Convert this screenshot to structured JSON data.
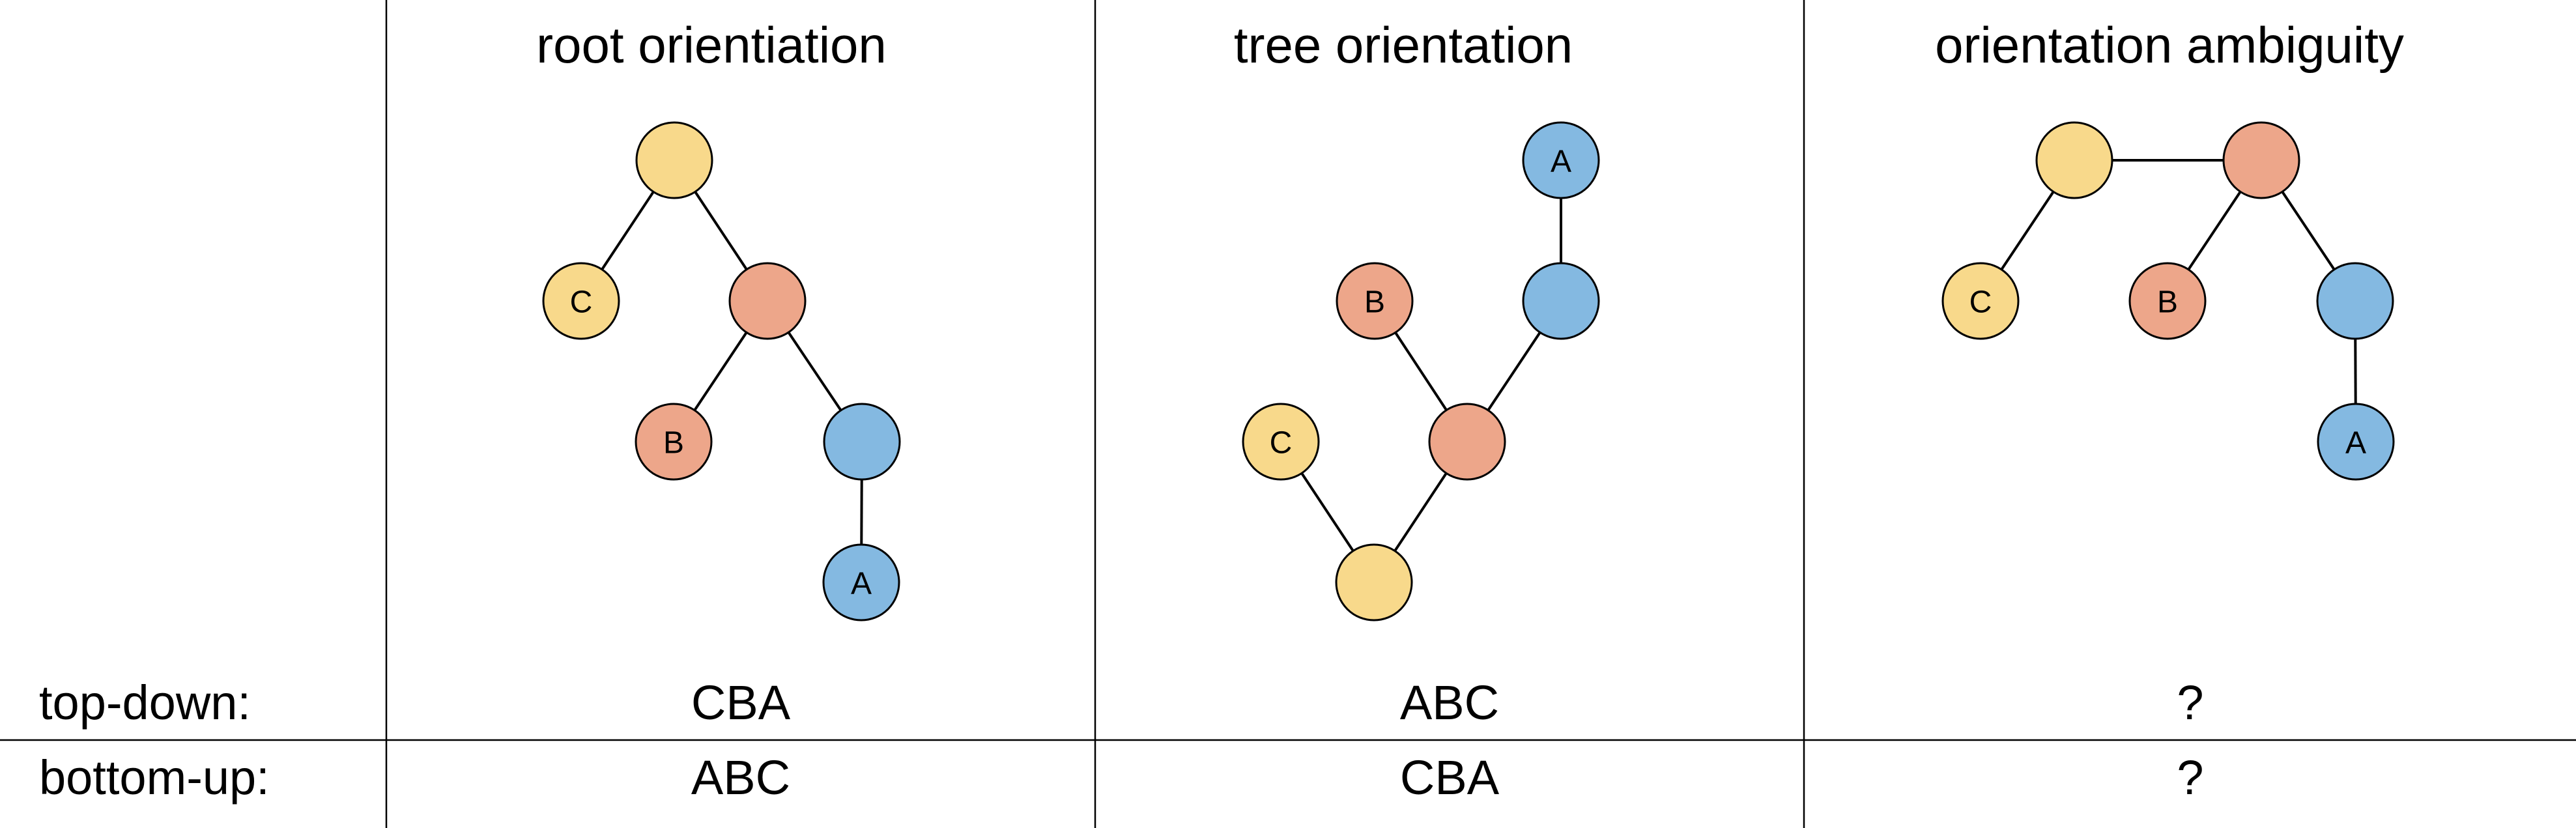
{
  "colors": {
    "yellow": "#F8D98B",
    "salmon": "#EDA68A",
    "blue": "#84B9E1"
  },
  "columns": [
    {
      "title": "root orientiation",
      "top_down": "CBA",
      "bottom_up": "ABC",
      "nodes": [
        {
          "id": "r",
          "label": "",
          "color": "yellow"
        },
        {
          "id": "c",
          "label": "C",
          "color": "yellow"
        },
        {
          "id": "s",
          "label": "",
          "color": "salmon"
        },
        {
          "id": "b",
          "label": "B",
          "color": "salmon"
        },
        {
          "id": "u",
          "label": "",
          "color": "blue"
        },
        {
          "id": "a",
          "label": "A",
          "color": "blue"
        }
      ],
      "edges": [
        [
          "r",
          "c"
        ],
        [
          "r",
          "s"
        ],
        [
          "s",
          "b"
        ],
        [
          "s",
          "u"
        ],
        [
          "u",
          "a"
        ]
      ]
    },
    {
      "title": "tree orientation",
      "top_down": "ABC",
      "bottom_up": "CBA",
      "nodes": [
        {
          "id": "a",
          "label": "A",
          "color": "blue"
        },
        {
          "id": "u",
          "label": "",
          "color": "blue"
        },
        {
          "id": "b",
          "label": "B",
          "color": "salmon"
        },
        {
          "id": "s",
          "label": "",
          "color": "salmon"
        },
        {
          "id": "c",
          "label": "C",
          "color": "yellow"
        },
        {
          "id": "r",
          "label": "",
          "color": "yellow"
        }
      ],
      "edges": [
        [
          "a",
          "u"
        ],
        [
          "u",
          "s"
        ],
        [
          "b",
          "s"
        ],
        [
          "c",
          "r"
        ],
        [
          "s",
          "r"
        ]
      ]
    },
    {
      "title": "orientation ambiguity",
      "top_down": "?",
      "bottom_up": "?",
      "nodes": [
        {
          "id": "r",
          "label": "",
          "color": "yellow"
        },
        {
          "id": "s",
          "label": "",
          "color": "salmon"
        },
        {
          "id": "c",
          "label": "C",
          "color": "yellow"
        },
        {
          "id": "b",
          "label": "B",
          "color": "salmon"
        },
        {
          "id": "u",
          "label": "",
          "color": "blue"
        },
        {
          "id": "a",
          "label": "A",
          "color": "blue"
        }
      ],
      "edges": [
        [
          "r",
          "s"
        ],
        [
          "r",
          "c"
        ],
        [
          "s",
          "b"
        ],
        [
          "s",
          "u"
        ],
        [
          "u",
          "a"
        ]
      ]
    }
  ],
  "rows": {
    "top_down_label": "top-down:",
    "bottom_up_label": "bottom-up:"
  }
}
